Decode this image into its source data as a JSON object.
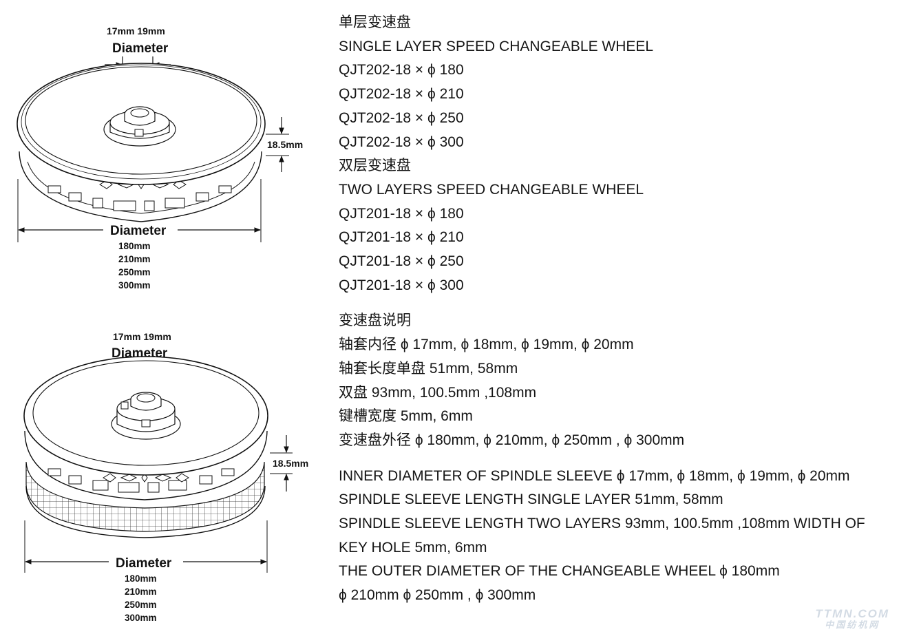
{
  "single_drawing": {
    "hub_sizes": "17mm  19mm",
    "top_label": "Diameter",
    "thickness": "18.5mm",
    "bottom_label": "Diameter",
    "sizes": [
      "180mm",
      "210mm",
      "250mm",
      "300mm"
    ]
  },
  "double_drawing": {
    "hub_sizes": "17mm  19mm",
    "top_label": "Diameter",
    "thickness": "18.5mm",
    "bottom_label": "Diameter",
    "sizes": [
      "180mm",
      "210mm",
      "250mm",
      "300mm"
    ]
  },
  "specs": {
    "single_heading_cn": "单层变速盘",
    "single_heading_en": "SINGLE LAYER SPEED CHANGEABLE WHEEL",
    "single_models": [
      "QJT202-18 × ϕ 180",
      "QJT202-18 × ϕ 210",
      "QJT202-18 × ϕ 250",
      "QJT202-18 × ϕ 300"
    ],
    "double_heading_cn": "双层变速盘",
    "double_heading_en": "TWO LAYERS SPEED CHANGEABLE WHEEL",
    "double_models": [
      "QJT201-18 × ϕ 180",
      "QJT201-18 × ϕ 210",
      "QJT201-18 × ϕ 250",
      "QJT201-18 × ϕ 300"
    ],
    "notes_cn": [
      "变速盘说明",
      "轴套内径 ϕ 17mm, ϕ 18mm, ϕ 19mm, ϕ 20mm",
      "轴套长度单盘 51mm, 58mm",
      "双盘 93mm, 100.5mm ,108mm",
      "键槽宽度 5mm, 6mm",
      "变速盘外径 ϕ 180mm, ϕ 210mm, ϕ 250mm , ϕ 300mm"
    ],
    "notes_en": [
      "INNER DIAMETER OF SPINDLE SLEEVE ϕ 17mm,  ϕ 18mm,  ϕ 19mm, ϕ 20mm",
      "SPINDLE SLEEVE LENGTH SINGLE LAYER 51mm, 58mm",
      "SPINDLE SLEEVE LENGTH TWO LAYERS 93mm, 100.5mm ,108mm WIDTH OF",
      "KEY HOLE 5mm, 6mm",
      "THE OUTER DIAMETER OF THE CHANGEABLE WHEEL ϕ 180mm",
      " ϕ 210mm ϕ 250mm , ϕ 300mm"
    ]
  },
  "watermark": {
    "line1": "TTMN.COM",
    "line2": "中国纺机网"
  }
}
